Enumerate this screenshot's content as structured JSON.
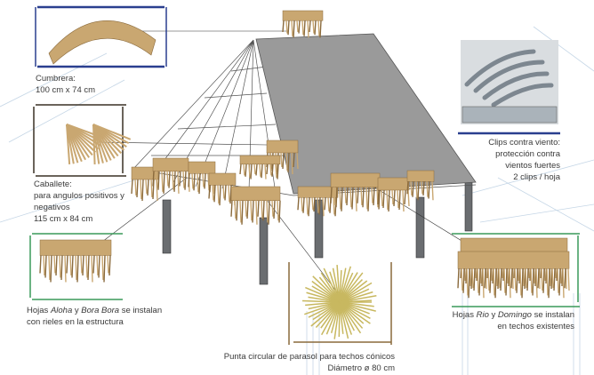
{
  "labels": {
    "cumbrera": {
      "title": "Cumbrera:",
      "size": "100 cm x 74 cm"
    },
    "caballete": {
      "title": "Caballete:",
      "desc1": "para angulos positivos y",
      "desc2": "negativos",
      "size": "115 cm x 84 cm"
    },
    "clips": {
      "line1": "Clips contra viento:",
      "line2": "protección contra",
      "line3": "vientos fuertes",
      "line4": "2 clips / hoja"
    },
    "aloha": {
      "pre": "Hojas ",
      "name1": "Aloha",
      "mid": " y ",
      "name2": "Bora Bora",
      "post": " se instalan",
      "line2": "con rieles en la estructura"
    },
    "rio": {
      "pre": "Hojas ",
      "name1": "Rio",
      "mid": " y ",
      "name2": "Domingo",
      "post": " se instalan",
      "line2": "en techos existentes"
    },
    "punta": {
      "line1": "Punta circular de parasol para techos cónicos",
      "line2": "Diámetro ø 80 cm"
    }
  },
  "colors": {
    "thatch": "#c9a771",
    "thatch_dark": "#8a6a3c",
    "roof": "#9a9a9a",
    "frame_blue": "#2a3f8f",
    "frame_green": "#3a9a5a",
    "frame_dark": "#3a3025"
  }
}
